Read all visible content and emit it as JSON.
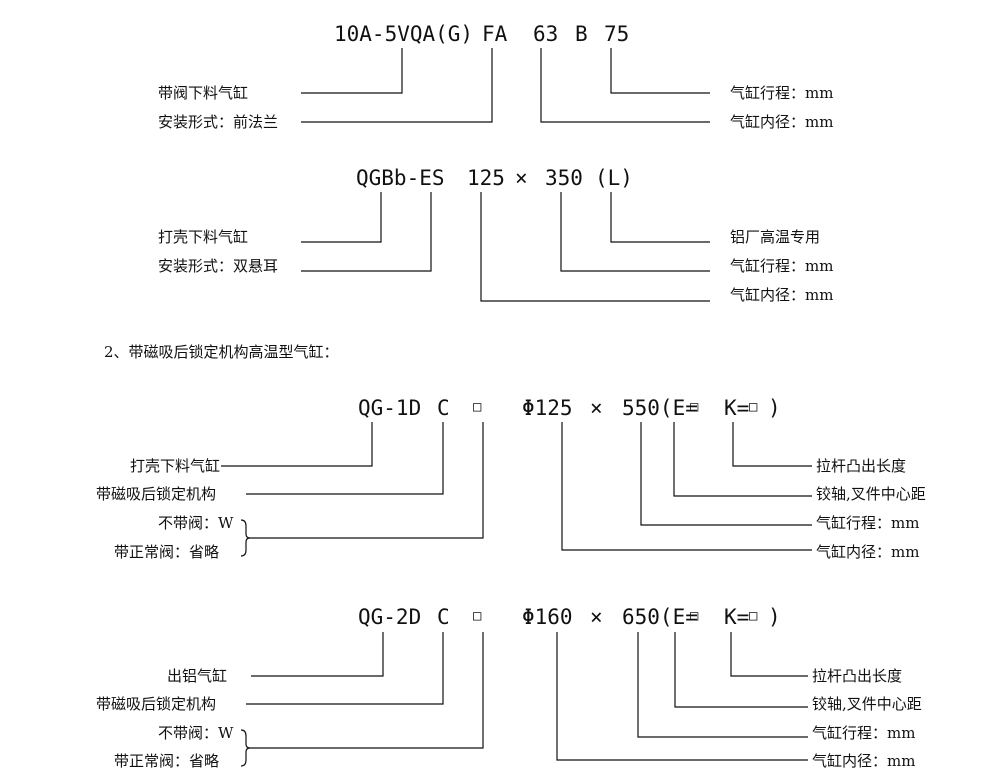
{
  "block1": {
    "codes": [
      "10A-5VQA(G)",
      "FA",
      "63",
      "B",
      "75"
    ],
    "left": [
      "带阀下料气缸",
      "安装形式：前法兰"
    ],
    "right": [
      "气缸行程：mm",
      "气缸内径：mm"
    ]
  },
  "block2": {
    "codes": [
      "QGBb-ES",
      "125",
      "×",
      "350",
      "(L)"
    ],
    "left": [
      "打壳下料气缸",
      "安装形式：双悬耳"
    ],
    "right": [
      "铝厂高温专用",
      "气缸行程：mm",
      "气缸内径：mm"
    ]
  },
  "heading": "2、带磁吸后锁定机构高温型气缸：",
  "block3": {
    "codes": [
      "QG-1D",
      "C",
      "□",
      "Φ125",
      "×",
      "550(E=",
      "□",
      "K=",
      "□",
      ")"
    ],
    "left": [
      "打壳下料气缸",
      "带磁吸后锁定机构",
      "不带阀：W",
      "带正常阀：省略"
    ],
    "right": [
      "拉杆凸出长度",
      "铰轴,叉件中心距",
      "气缸行程：mm",
      "气缸内径：mm"
    ]
  },
  "block4": {
    "codes": [
      "QG-2D",
      "C",
      "□",
      "Φ160",
      "×",
      "650(E=",
      "□",
      "K=",
      "□",
      ")"
    ],
    "left": [
      "出铝气缸",
      "带磁吸后锁定机构",
      "不带阀：W",
      "带正常阀：省略"
    ],
    "right": [
      "拉杆凸出长度",
      "铰轴,叉件中心距",
      "气缸行程：mm",
      "气缸内径：mm"
    ]
  }
}
